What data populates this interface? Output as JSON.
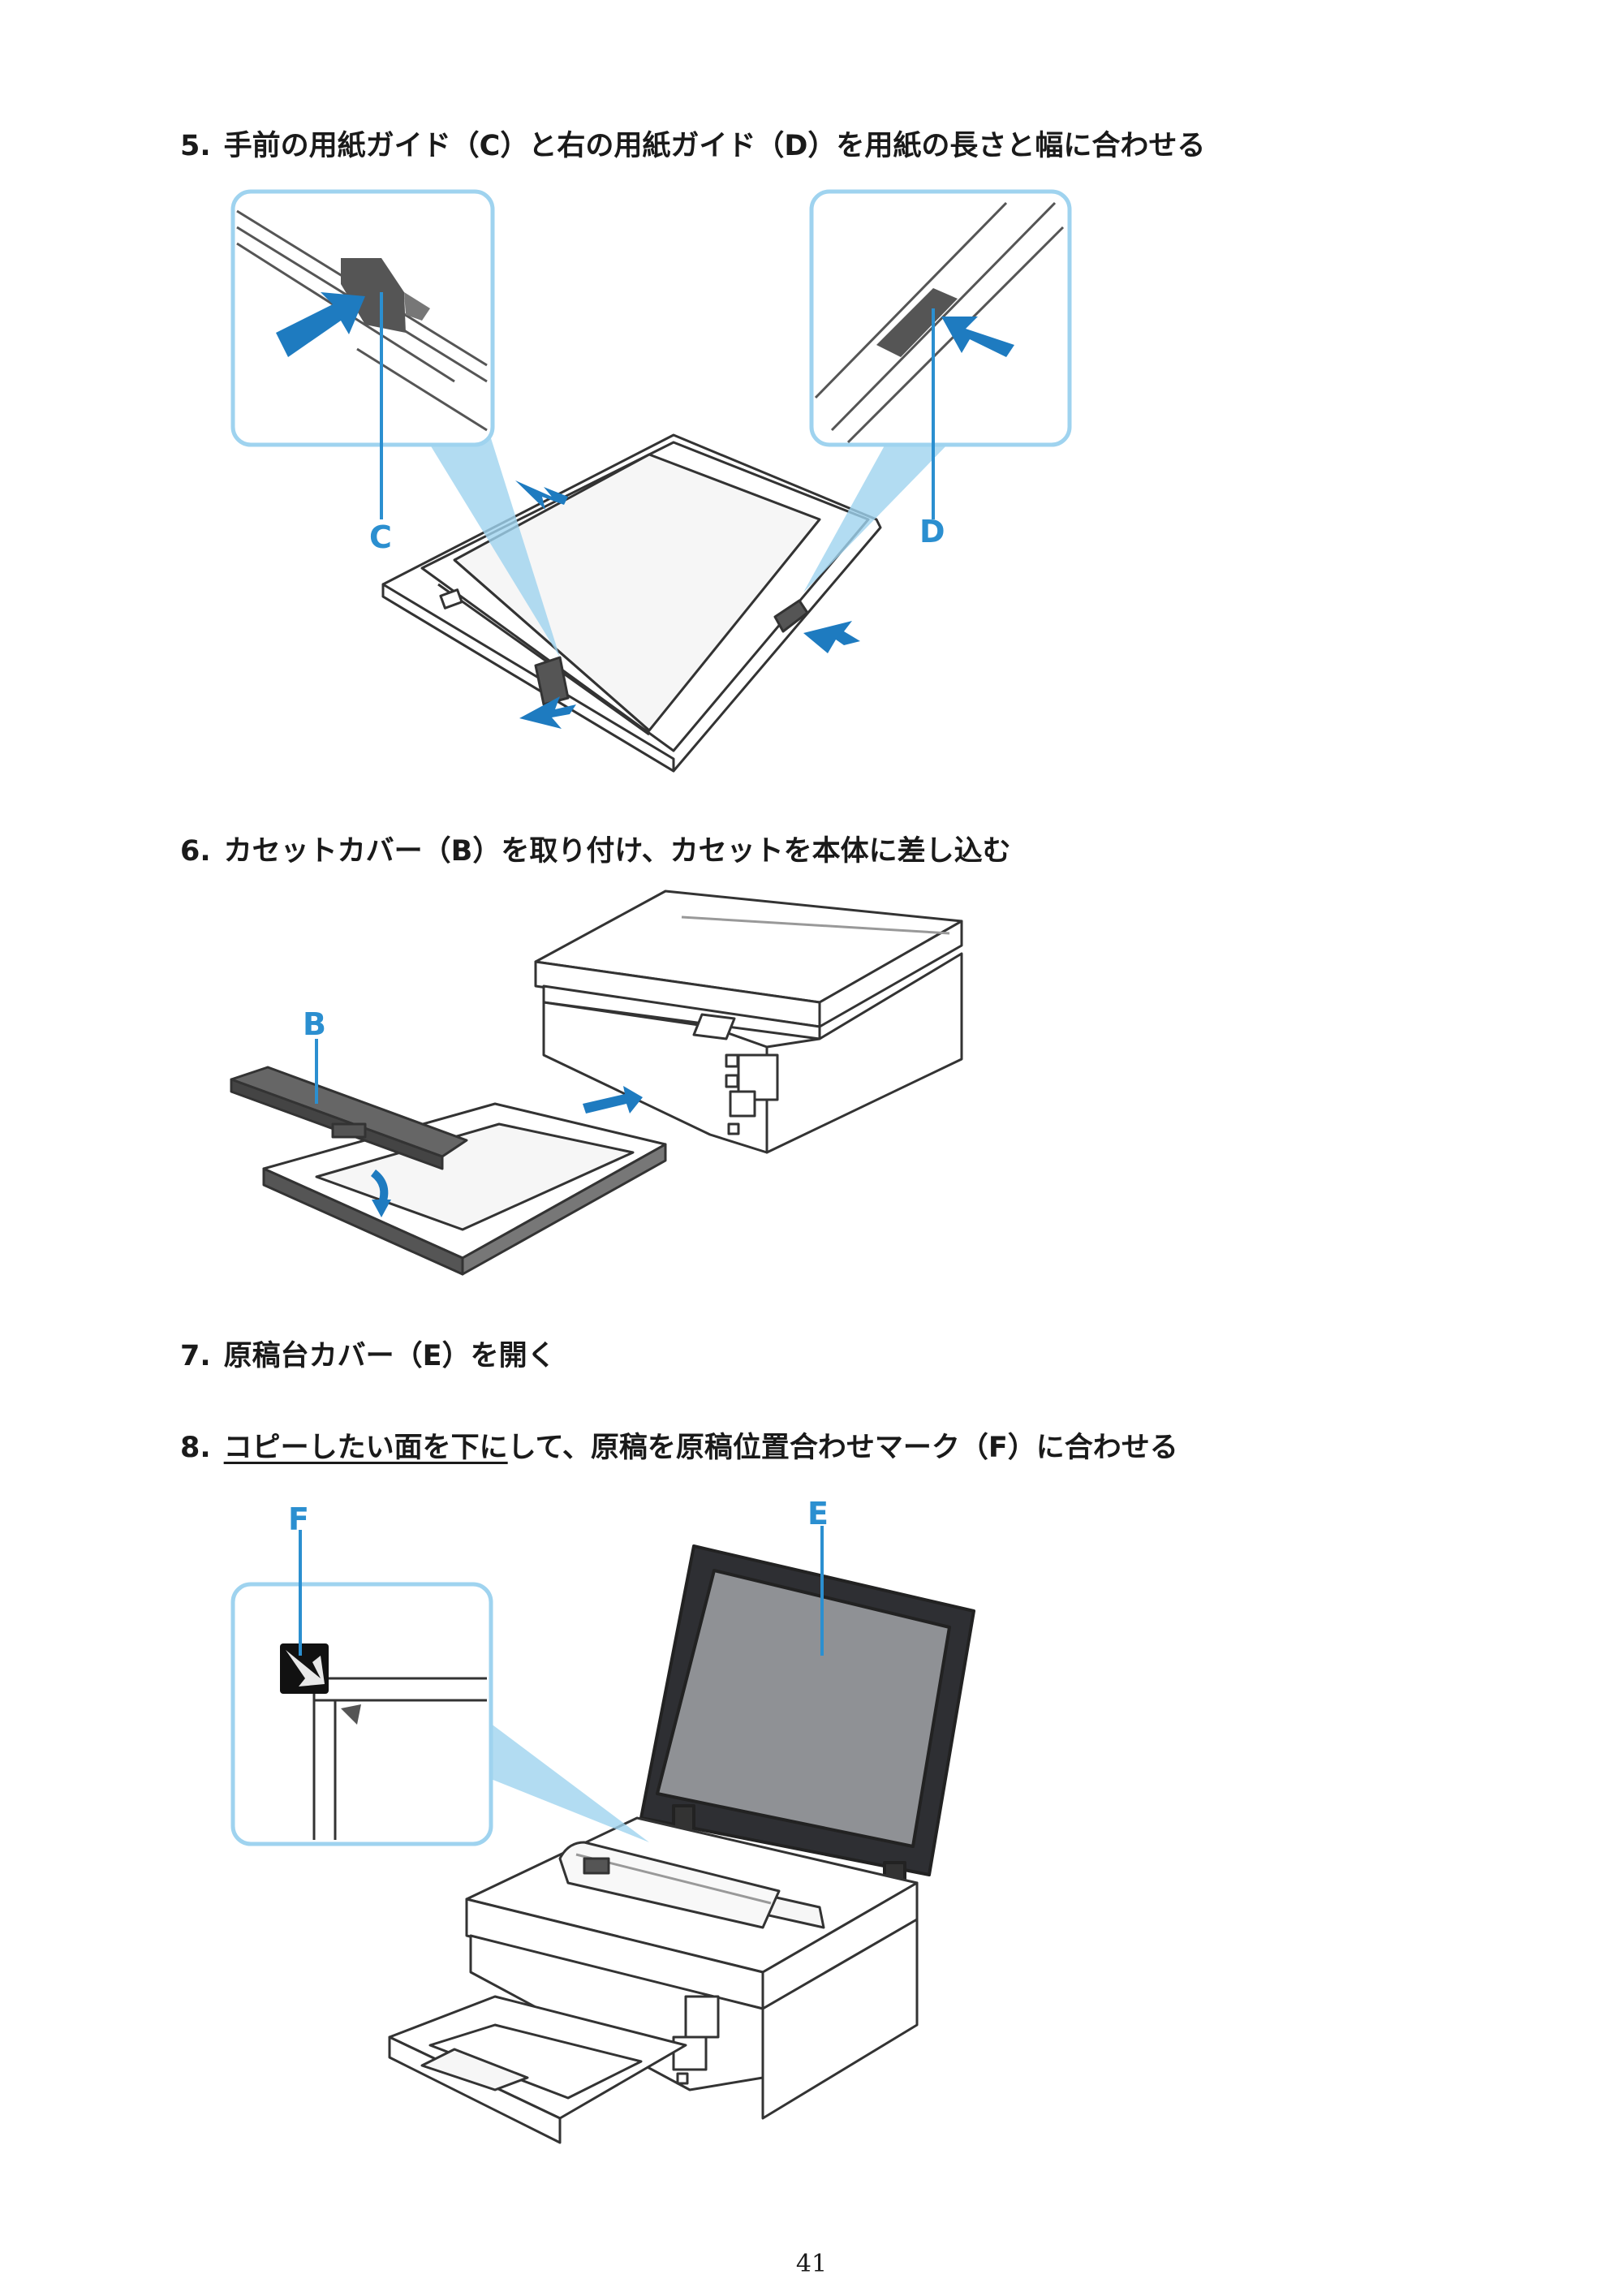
{
  "steps": [
    {
      "number": "5.",
      "text": "手前の用紙ガイド（C）と右の用紙ガイド（D）を用紙の長さと幅に合わせる"
    },
    {
      "number": "6.",
      "text": "カセットカバー（B）を取り付け、カセットを本体に差し込む"
    },
    {
      "number": "7.",
      "text": "原稿台カバー（E）を開く"
    },
    {
      "number": "8.",
      "text_underlined": "コピーしたい面を下に",
      "text_rest": "して、原稿を原稿位置合わせマーク（F）に合わせる"
    }
  ],
  "figure_labels": {
    "c": "C",
    "d": "D",
    "b": "B",
    "e": "E",
    "f": "F"
  },
  "page_number": "41",
  "colors": {
    "callout": "#2b8fd0",
    "callout_border": "#9fd3ef",
    "arrow": "#1e7bc0",
    "lid_glass": "#8f9195"
  }
}
